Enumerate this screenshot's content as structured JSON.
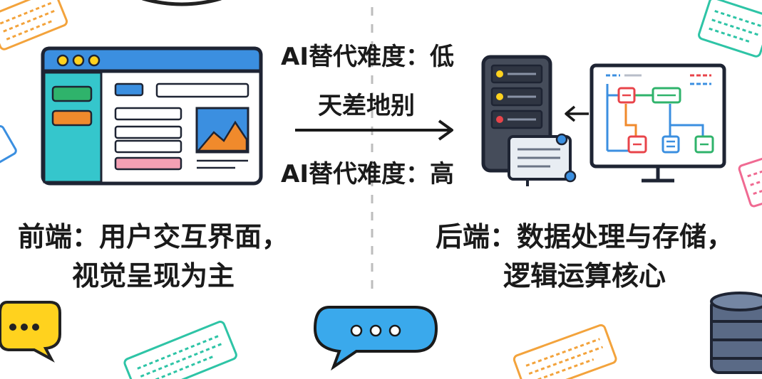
{
  "middle": {
    "top_label": "AI替代难度：低",
    "arrow_label": "天差地别",
    "bottom_label": "AI替代难度：高"
  },
  "frontend": {
    "caption_line1": "前端：用户交互界面，",
    "caption_line2": "视觉呈现为主"
  },
  "backend": {
    "caption_line1": "后端：数据处理与存储，",
    "caption_line2": "逻辑运算核心"
  },
  "colors": {
    "blue": "#3b8fe0",
    "green": "#2fb36b",
    "orange": "#f08a2c",
    "pink": "#f4a0b4",
    "red": "#e8444a",
    "teal": "#2ec4a6",
    "yellow": "#ffd21e",
    "slate": "#5a6578"
  }
}
